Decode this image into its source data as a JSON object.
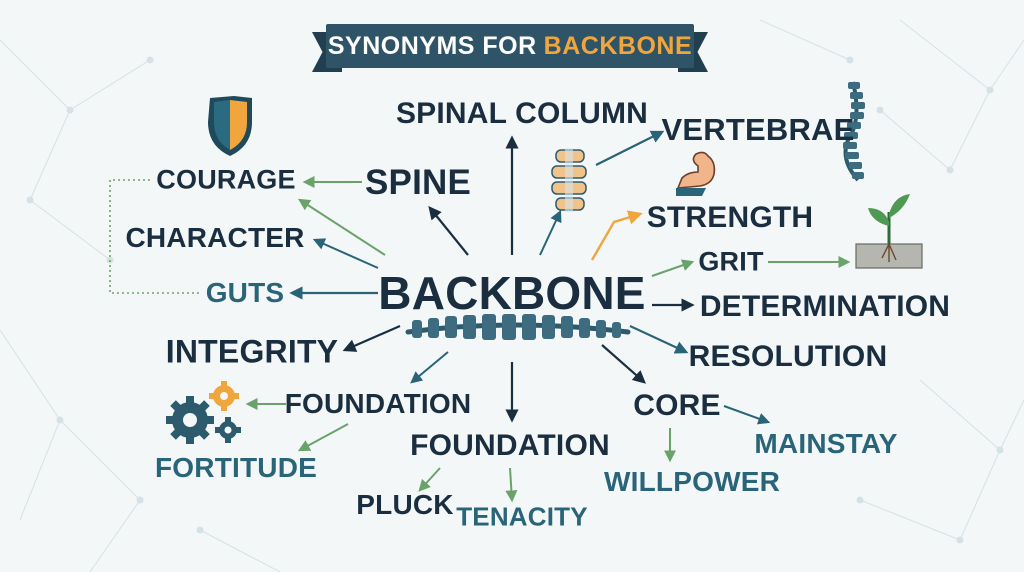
{
  "title": {
    "prefix": "SYNONYMS FOR",
    "highlight": "BACKBONE"
  },
  "center": "BACKBONE",
  "words": [
    "SPINAL COLUMN",
    "VERTEBRAE",
    "SPINE",
    "COURAGE",
    "STRENGTH",
    "CHARACTER",
    "GRIT",
    "GUTS",
    "DETERMINATION",
    "INTEGRITY",
    "RESOLUTION",
    "FOUNDATION",
    "CORE",
    "FOUNDATION",
    "MAINSTAY",
    "FORTITUDE",
    "WILLPOWER",
    "PLUCK",
    "TENACITY"
  ],
  "icons": [
    "shield-icon",
    "spine-icon",
    "flexed-arm-icon",
    "seedling-icon",
    "gears-icon",
    "vertebra-icon"
  ],
  "colors": {
    "navy": "#1a2e40",
    "teal": "#2a6478",
    "green": "#6aa36a",
    "orange": "#f0a63c",
    "banner": "#2f5468"
  }
}
